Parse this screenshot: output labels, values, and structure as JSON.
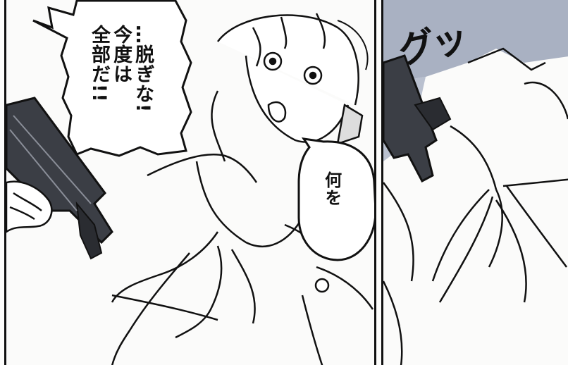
{
  "panels": {
    "left": {
      "speech_bubble_1": {
        "lines": [
          "…脱ぎな!",
          "今度は",
          "全部だ!!"
        ]
      },
      "speech_bubble_2": {
        "text": "何を"
      }
    },
    "right": {
      "sound_effect": "グッ"
    }
  }
}
